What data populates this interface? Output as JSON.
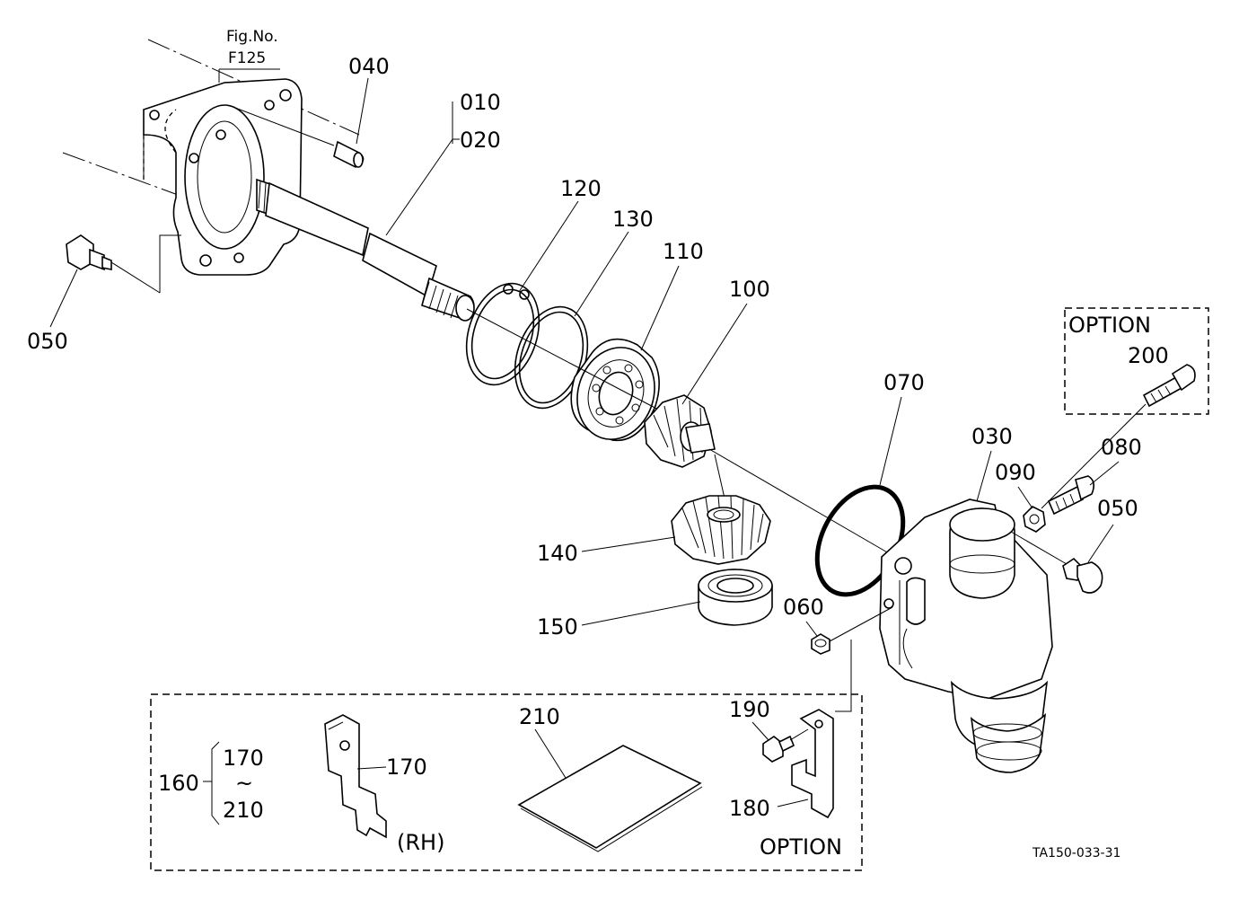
{
  "figure": {
    "fig_no_label": "Fig.No.",
    "fig_no_value": "F125",
    "drawing_code": "TA150-033-31"
  },
  "parts": {
    "p010": "010",
    "p020": "020",
    "p030": "030",
    "p040": "040",
    "p050_left": "050",
    "p050_right": "050",
    "p060": "060",
    "p070": "070",
    "p080": "080",
    "p090": "090",
    "p100": "100",
    "p110": "110",
    "p120": "120",
    "p130": "130",
    "p140": "140",
    "p150": "150",
    "p160": "160",
    "p170_range": "170",
    "range_sep": "~",
    "p210_range": "210",
    "p170": "170",
    "p180": "180",
    "p190": "190",
    "p200": "200",
    "p210": "210"
  },
  "notes": {
    "option_top": "OPTION",
    "option_bottom": "OPTION",
    "rh": "(RH)"
  }
}
